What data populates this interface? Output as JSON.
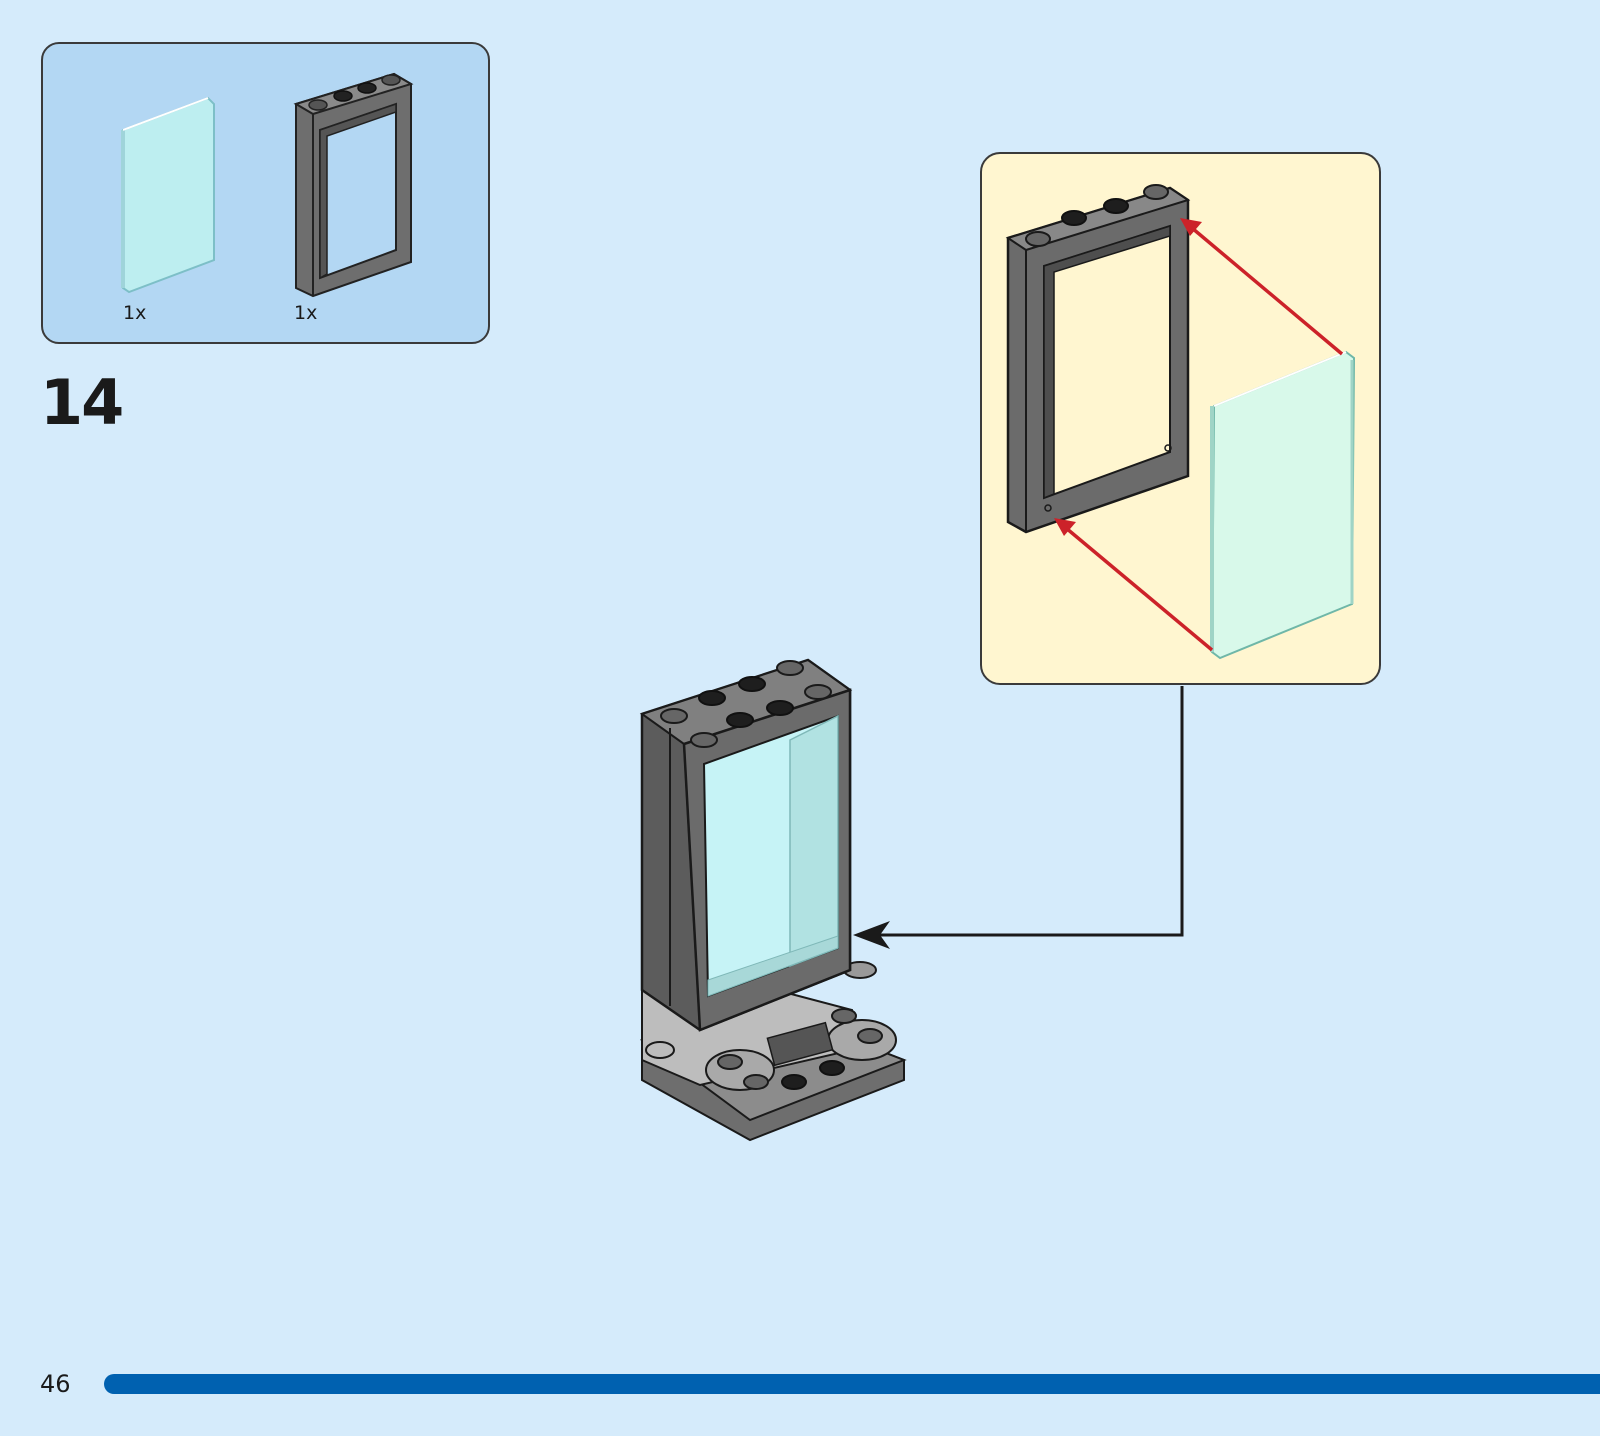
{
  "parts_list": {
    "items": [
      {
        "part": "transparent-glass-pane",
        "quantity": "1x",
        "color": "#bdeef0"
      },
      {
        "part": "dark-gray-window-frame",
        "quantity": "1x",
        "color": "#6b6b6b"
      }
    ]
  },
  "step": {
    "number": "14"
  },
  "footer": {
    "page_number": "46"
  },
  "colors": {
    "page_background": "#d5ebfb",
    "parts_panel": "#b3d7f3",
    "callout_panel": "#fff6d0",
    "frame_gray": "#6b6b6b",
    "glass": "#c6f3f6",
    "arrow_red": "#cc2229",
    "progress_bar": "#0061b0"
  }
}
